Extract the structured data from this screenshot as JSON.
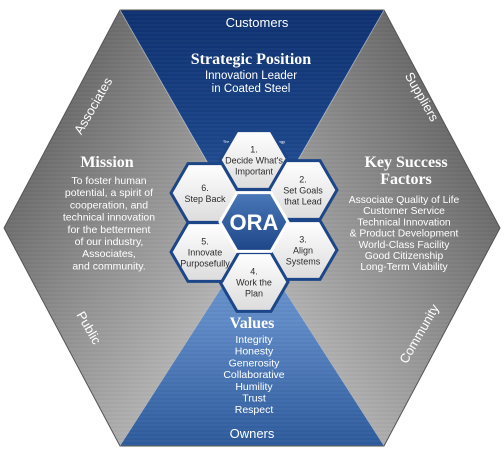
{
  "edges": {
    "top": "Customers",
    "bottom": "Owners",
    "upper_left": "Associates",
    "lower_left": "Public",
    "upper_right": "Suppliers",
    "lower_right": "Community"
  },
  "strategic_position": {
    "title": "Strategic Position",
    "lines": [
      "Innovation Leader",
      "in Coated Steel"
    ]
  },
  "mission": {
    "title": "Mission",
    "lines": [
      "To foster human",
      "potential, a spirit of",
      "cooperation, and",
      "technical innovation",
      "for the betterment",
      "of our industry,",
      "Associates,",
      "and community."
    ]
  },
  "key_success_factors": {
    "title_lines": [
      "Key Success",
      "Factors"
    ],
    "lines": [
      "Associate Quality of Life",
      "Customer Service",
      "Technical Innovation",
      "& Product Development",
      "World-Class Facility",
      "Good Citizenship",
      "Long-Term Viability"
    ]
  },
  "values": {
    "title": "Values",
    "items": [
      "Integrity",
      "Honesty",
      "Generosity",
      "Collaborative",
      "Humility",
      "Trust",
      "Respect"
    ]
  },
  "methodology": {
    "caption": "The Six Disciplines of Methodology",
    "center": "ORA",
    "disciplines": [
      {
        "lines": [
          "1.",
          "Decide What's",
          "Important"
        ]
      },
      {
        "lines": [
          "2.",
          "Set Goals",
          "that Lead"
        ]
      },
      {
        "lines": [
          "3.",
          "Align",
          "Systems"
        ]
      },
      {
        "lines": [
          "4.",
          "Work the",
          "Plan"
        ]
      },
      {
        "lines": [
          "5.",
          "Innovate",
          "Purposefully"
        ]
      },
      {
        "lines": [
          "6.",
          "Step Back"
        ]
      }
    ]
  },
  "colors": {
    "navy": "#143a7a",
    "blue": "#5a86c2",
    "grey": "#8a8a8a",
    "hex_border": "#ffffff"
  }
}
